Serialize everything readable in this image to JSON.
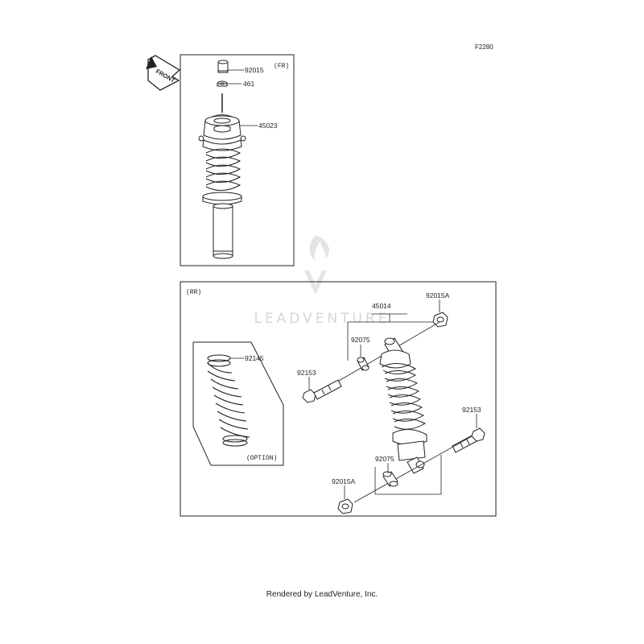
{
  "figure_ref": "F2280",
  "watermark": "LEADVENTURE",
  "footer": "Rendered by LeadVenture, Inc.",
  "front_arrow_label": "FRONT",
  "front_section": {
    "label": "(FR)",
    "parts": [
      "92015",
      "461",
      "45023"
    ]
  },
  "rear_section": {
    "label": "(RR)",
    "option_label": "(OPTION)",
    "parts": {
      "assembly": "45014",
      "nut_top": "92015A",
      "collar_top": "92075",
      "bolt_left": "92153",
      "spring": "92145",
      "bolt_right": "92153",
      "collar_bottom": "92075",
      "nut_bottom": "92015A"
    }
  }
}
